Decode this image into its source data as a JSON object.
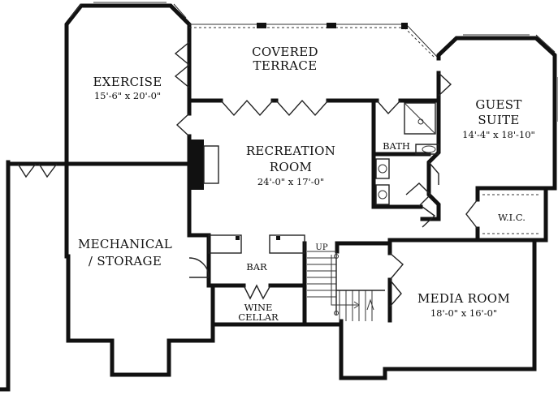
{
  "rooms": {
    "exercise": {
      "name": "EXERCISE",
      "dims": "15'-6\" x 20'-0\""
    },
    "covered_terrace": {
      "line1": "COVERED",
      "line2": "TERRACE"
    },
    "guest_suite": {
      "line1": "GUEST",
      "line2": "SUITE",
      "dims": "14'-4\" x 18'-10\""
    },
    "recreation": {
      "line1": "RECREATION",
      "line2": "ROOM",
      "dims": "24'-0\" x 17'-0\""
    },
    "bath": {
      "name": "BATH"
    },
    "wic": {
      "name": "W.I.C."
    },
    "mechanical": {
      "line1": "MECHANICAL",
      "line2": "/ STORAGE"
    },
    "bar": {
      "name": "BAR"
    },
    "wine": {
      "line1": "WINE",
      "line2": "CELLAR"
    },
    "media": {
      "name": "MEDIA ROOM",
      "dims": "18'-0\" x 16'-0\""
    }
  },
  "stairs": {
    "label": "UP"
  }
}
